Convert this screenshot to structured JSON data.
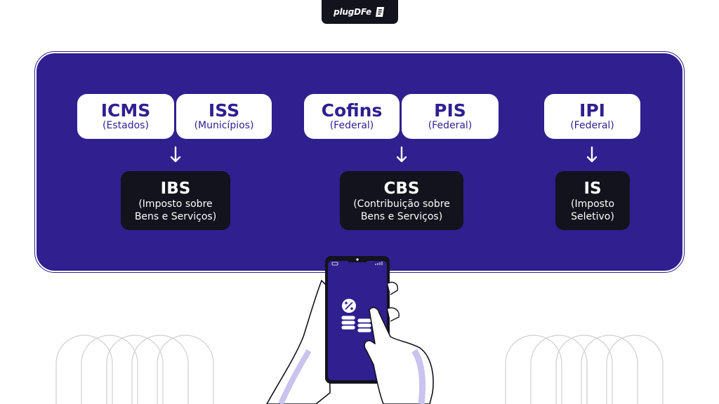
{
  "brand": {
    "logo_text": "plugDFe",
    "logo_icon": "document-icon"
  },
  "groups": [
    {
      "taxes": [
        {
          "name": "ICMS",
          "scope": "(Estados)"
        },
        {
          "name": "ISS",
          "scope": "(Municípios)"
        }
      ],
      "result": {
        "name": "IBS",
        "desc_line1": "(Imposto sobre",
        "desc_line2": "Bens e Serviços)"
      }
    },
    {
      "taxes": [
        {
          "name": "Cofins",
          "scope": "(Federal)"
        },
        {
          "name": "PIS",
          "scope": "(Federal)"
        }
      ],
      "result": {
        "name": "CBS",
        "desc_line1": "(Contribuição sobre",
        "desc_line2": "Bens e Serviços)"
      }
    },
    {
      "taxes": [
        {
          "name": "IPI",
          "scope": "(Federal)"
        }
      ],
      "result": {
        "name": "IS",
        "desc_line1": "(Imposto",
        "desc_line2": "Seletivo)"
      }
    }
  ],
  "colors": {
    "primary": "#2f1f8f",
    "dark": "#12131c",
    "light": "#ffffff",
    "hand": "#c9c3ee"
  },
  "illustration": {
    "phone": "smartphone-icon",
    "screen_symbol": "percent-icon",
    "coins": "coin-stack-icon"
  }
}
